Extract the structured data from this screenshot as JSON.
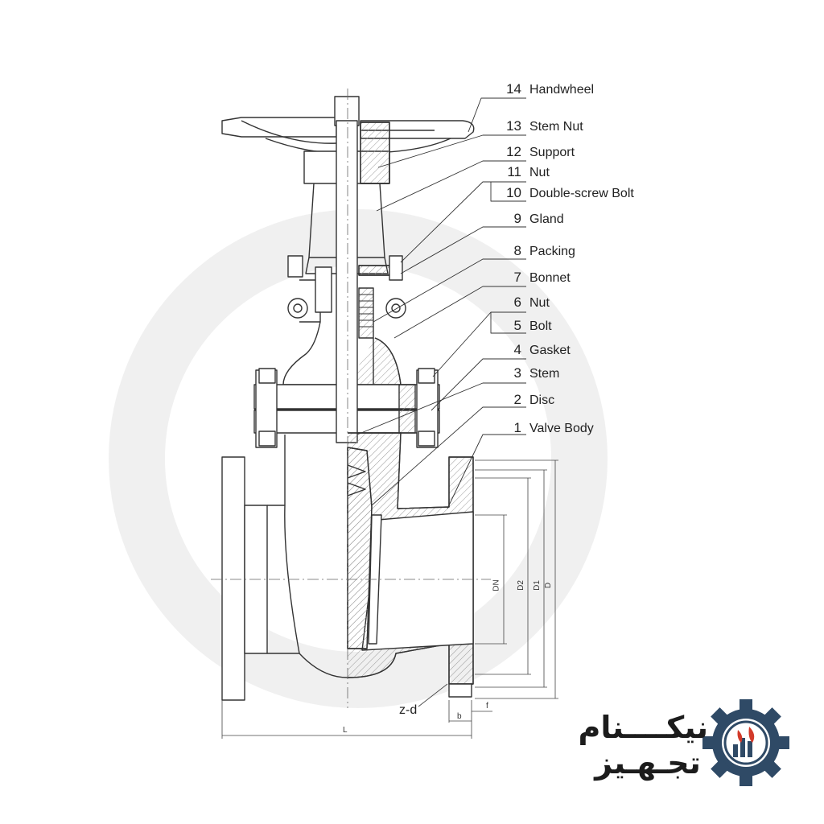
{
  "parts": [
    {
      "num": "14",
      "name": "Handwheel"
    },
    {
      "num": "13",
      "name": "Stem Nut"
    },
    {
      "num": "12",
      "name": "Support"
    },
    {
      "num": "11",
      "name": "Nut"
    },
    {
      "num": "10",
      "name": "Double-screw Bolt"
    },
    {
      "num": "9",
      "name": "Gland"
    },
    {
      "num": "8",
      "name": "Packing"
    },
    {
      "num": "7",
      "name": "Bonnet"
    },
    {
      "num": "6",
      "name": "Nut"
    },
    {
      "num": "5",
      "name": "Bolt"
    },
    {
      "num": "4",
      "name": "Gasket"
    },
    {
      "num": "3",
      "name": "Stem"
    },
    {
      "num": "2",
      "name": "Disc"
    },
    {
      "num": "1",
      "name": "Valve Body"
    }
  ],
  "dimensions": {
    "dn": "DN",
    "d2": "D2",
    "d1": "D1",
    "d": "D",
    "l": "L",
    "b": "b",
    "f": "f",
    "zd": "z-d"
  },
  "brand": {
    "line1": "نیکــــنام",
    "line2": "تجـهـیز"
  },
  "colors": {
    "line": "#333333",
    "hatch": "#888888",
    "gear": "#2f4a66",
    "flame": "#d23a2a"
  }
}
